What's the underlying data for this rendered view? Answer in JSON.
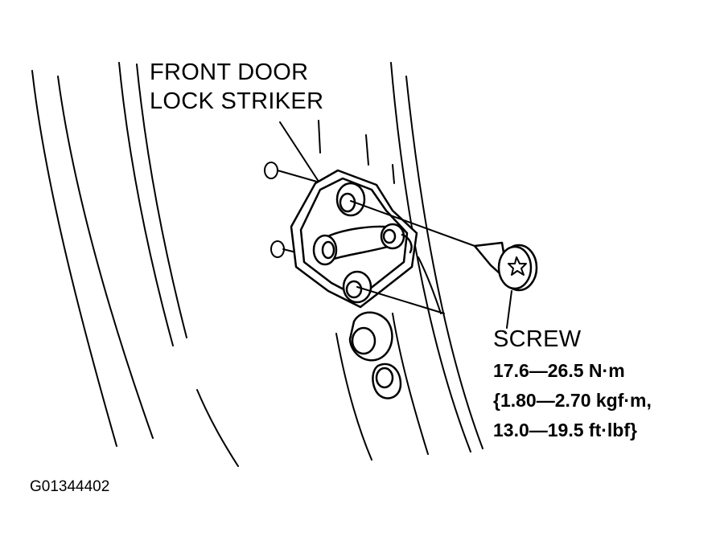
{
  "labels": {
    "striker_line1": "FRONT DOOR",
    "striker_line2": "LOCK STRIKER",
    "screw": "SCREW",
    "torque_line1": "17.6—26.5 N·m",
    "torque_line2": "{1.80—2.70 kgf·m,",
    "torque_line3": "13.0—19.5 ft·lbf}",
    "figure_id": "G01344402"
  },
  "colors": {
    "ink": "#000000",
    "paper": "#ffffff"
  },
  "icons": {
    "screw": "torx-screw-icon",
    "striker": "door-lock-striker-icon"
  }
}
